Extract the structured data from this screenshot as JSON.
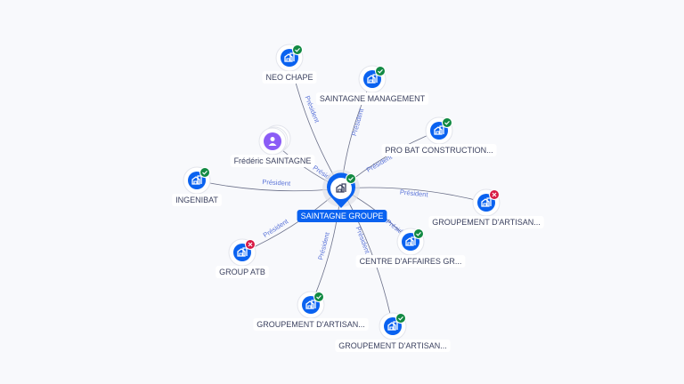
{
  "colors": {
    "accent": "#0a62f0",
    "ok": "#128a43",
    "err": "#d81b45",
    "person": "#8b5cf6",
    "edge": "#6b7089",
    "edge_label": "#5b74d8"
  },
  "center": {
    "name": "SAINTAGNE GROUPE",
    "icon": "building-icon",
    "status": "ok"
  },
  "edge_label": "Président",
  "nodes": [
    {
      "name": "NEO CHAPE",
      "type": "company",
      "status": "ok"
    },
    {
      "name": "SAINTAGNE MANAGEMENT",
      "type": "company",
      "status": "ok"
    },
    {
      "name": "PRO BAT CONSTRUCTION...",
      "type": "company",
      "status": "ok"
    },
    {
      "name": "Frédéric SAINTAGNE",
      "type": "person",
      "status": ""
    },
    {
      "name": "INGENIBAT",
      "type": "company",
      "status": "ok"
    },
    {
      "name": "GROUPEMENT D'ARTISAN...",
      "type": "company",
      "status": "error"
    },
    {
      "name": "GROUP ATB",
      "type": "company",
      "status": "error"
    },
    {
      "name": "CENTRE D'AFFAIRES GR...",
      "type": "company",
      "status": "ok"
    },
    {
      "name": "GROUPEMENT D'ARTISAN...",
      "type": "company",
      "status": "ok"
    },
    {
      "name": "GROUPEMENT D'ARTISAN...",
      "type": "company",
      "status": "ok"
    }
  ]
}
